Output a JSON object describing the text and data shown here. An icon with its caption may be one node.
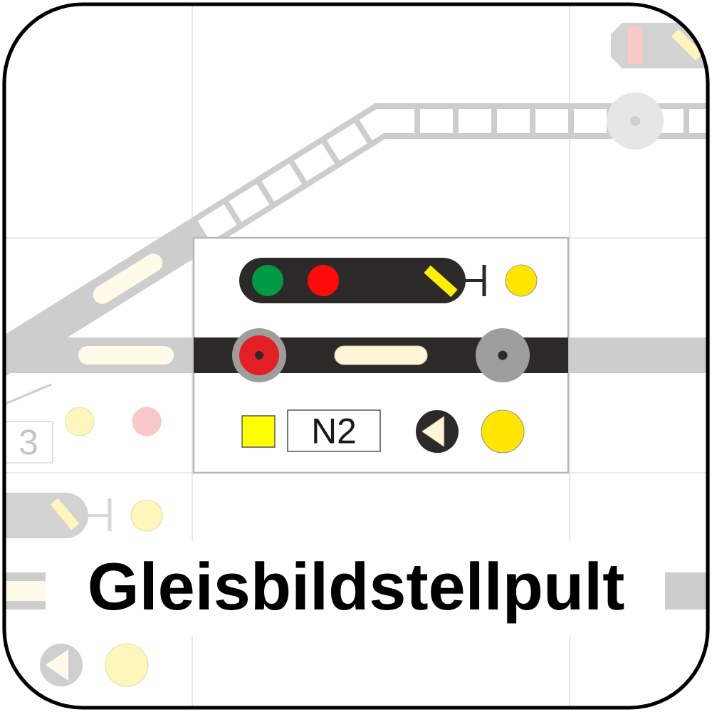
{
  "diagram": {
    "title": "Gleisbildstellpult",
    "nodes": [
      {
        "text": [
          "N2"
        ]
      },
      {
        "text": [
          "3"
        ]
      }
    ]
  }
}
